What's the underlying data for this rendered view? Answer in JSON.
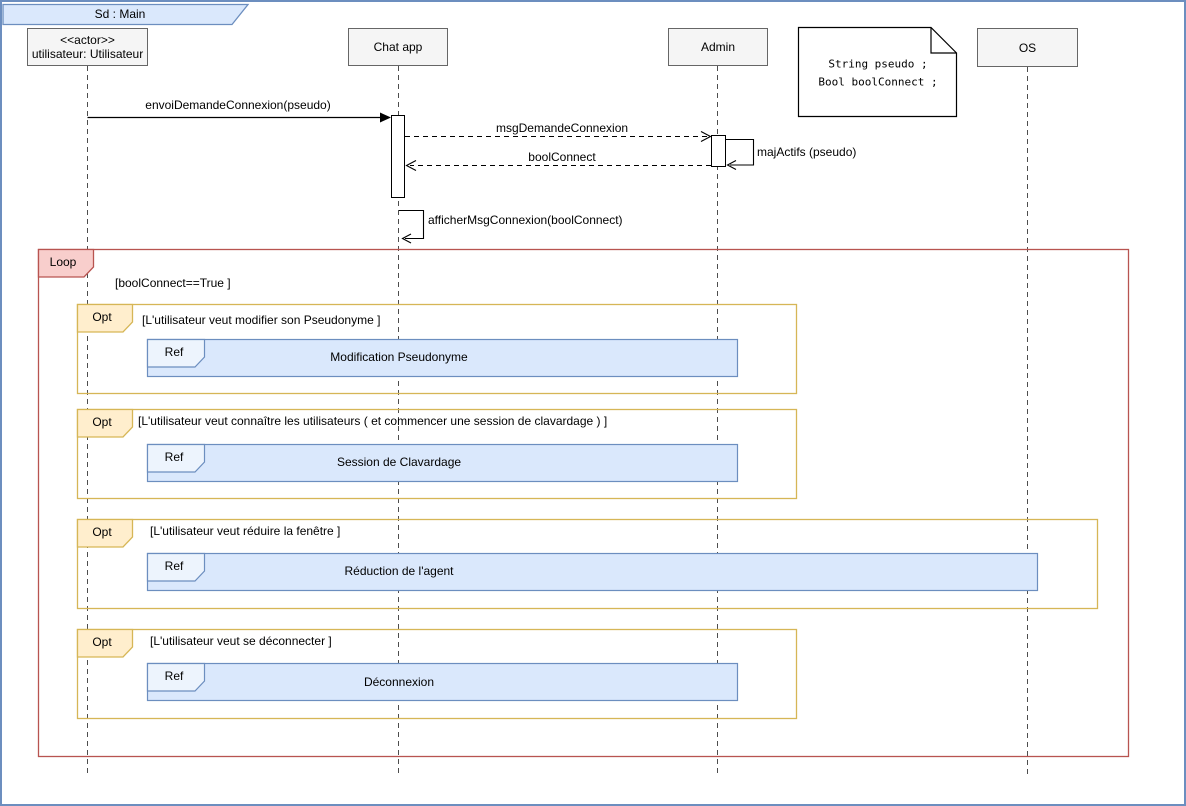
{
  "frame": {
    "title": "Sd : Main"
  },
  "lifelines": [
    {
      "stereotype": "<<actor>>",
      "name": "utilisateur: Utilisateur"
    },
    {
      "name": "Chat app"
    },
    {
      "name": "Admin"
    },
    {
      "name": "OS"
    }
  ],
  "note": {
    "lines": [
      "String pseudo ;",
      "Bool boolConnect ;"
    ]
  },
  "messages": {
    "envoi": "envoiDemandeConnexion(pseudo)",
    "msg_demande": "msgDemandeConnexion",
    "maj_actifs": "majActifs (pseudo)",
    "bool_connect": "boolConnect",
    "afficher": "afficherMsgConnexion(boolConnect)"
  },
  "loop": {
    "label": "Loop",
    "guard": "[boolConnect==True ]"
  },
  "opts": [
    {
      "label": "Opt",
      "guard": "[L'utilisateur veut modifier son Pseudonyme ]",
      "ref_label": "Ref",
      "ref": "Modification Pseudonyme"
    },
    {
      "label": "Opt",
      "guard": "[L'utilisateur veut connaître les utilisateurs ( et commencer une session de clavardage ) ]",
      "ref_label": "Ref",
      "ref": "Session de Clavardage"
    },
    {
      "label": "Opt",
      "guard": "[L'utilisateur veut réduire la fenêtre ]",
      "ref_label": "Ref",
      "ref": "Réduction de l'agent"
    },
    {
      "label": "Opt",
      "guard": "[L'utilisateur veut se déconnecter ]",
      "ref_label": "Ref",
      "ref": "Déconnexion"
    }
  ],
  "colors": {
    "frame_blue": "#6c8ebf",
    "blue_fill": "#dae8fc",
    "loop_border": "#b85450",
    "loop_fill": "#f8cecc",
    "opt_border": "#d6b656",
    "opt_fill": "#ffeecd",
    "box_fill": "#f5f5f5",
    "box_border": "#666666"
  }
}
